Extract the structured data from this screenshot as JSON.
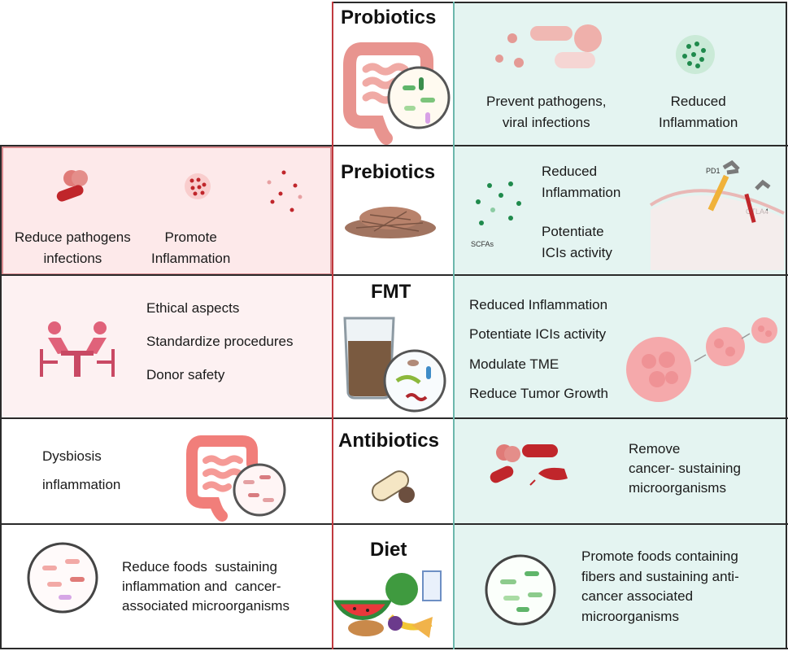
{
  "rows": [
    {
      "title": "Probiotics",
      "left": null,
      "right": {
        "items": [
          "Prevent pathogens,\nviral infections",
          "Reduced\nInflammation"
        ]
      }
    },
    {
      "title": "Prebiotics",
      "left": {
        "items": [
          "Reduce pathogens\ninfections",
          "Promote\nInflammation"
        ]
      },
      "right": {
        "items": [
          "Reduced\nInflammation",
          "Potentiate\nICIs activity"
        ],
        "labels": {
          "scfas": "SCFAs",
          "pd1": "PD1",
          "ctla4": "CTLA4"
        }
      }
    },
    {
      "title": "FMT",
      "left": {
        "items": [
          "Ethical aspects",
          "Standardize procedures",
          "Donor safety"
        ]
      },
      "right": {
        "items": [
          "Reduced Inflammation",
          "Potentiate ICIs activity",
          "Modulate TME",
          "Reduce Tumor Growth"
        ]
      }
    },
    {
      "title": "Antibiotics",
      "left": {
        "items": [
          "Dysbiosis",
          "inflammation"
        ]
      },
      "right": {
        "items": [
          "Remove\ncancer- sustaining\nmicroorganisms"
        ]
      }
    },
    {
      "title": "Diet",
      "left": {
        "items": [
          "Reduce foods  sustaining\ninflammation and  cancer-\nassociated microorganisms"
        ]
      },
      "right": {
        "items": [
          "Promote foods containing\nfibers and sustaining anti-\ncancer associated\nmicroorganisms"
        ]
      }
    }
  ],
  "colors": {
    "negative_tint": "#fde9ea",
    "positive_tint": "#e4f4f1",
    "negative_border": "#c0393f",
    "positive_border": "#6cb7ac",
    "grid": "#2a2a2a"
  }
}
